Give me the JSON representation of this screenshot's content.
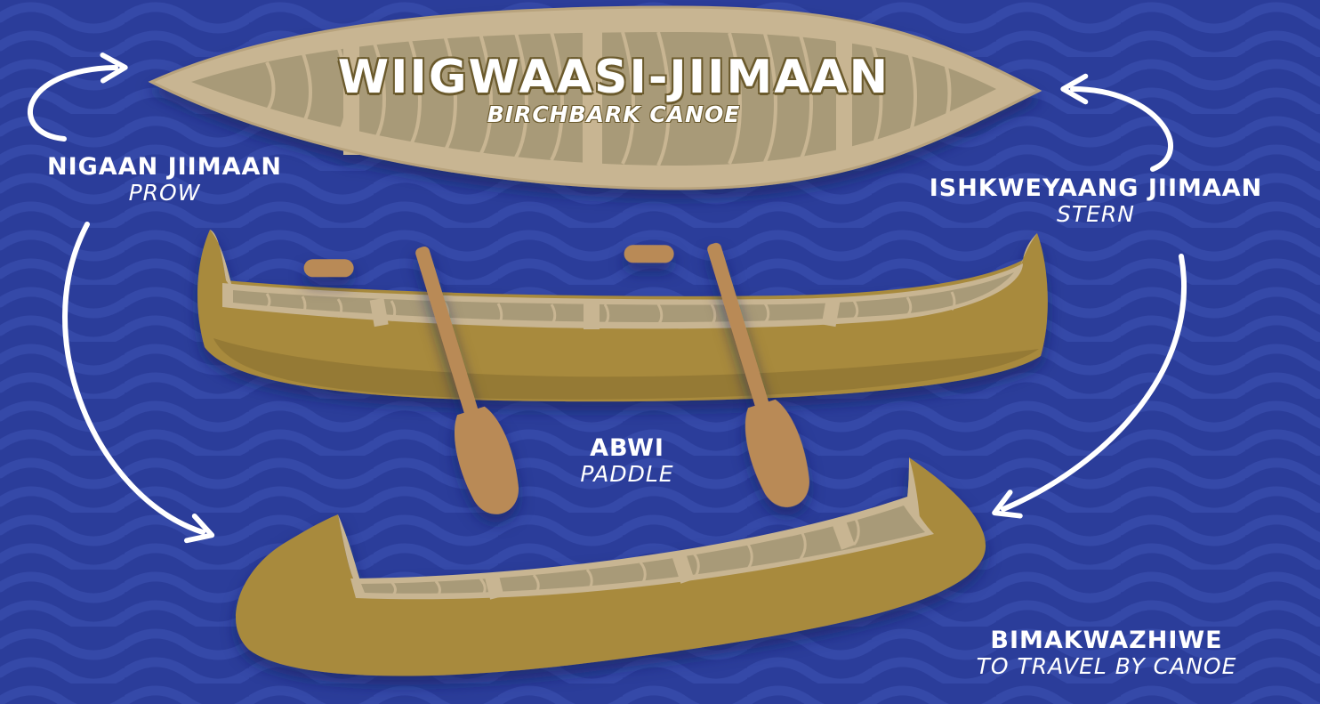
{
  "colors": {
    "water": "#2b3d9a",
    "wave": "#3549a8",
    "bark_light": "#c8b592",
    "bark_inner": "#a89a78",
    "hull": "#a88a3e",
    "hull_dark": "#7e6529",
    "paddle": "#b98a57",
    "arrow": "#ffffff"
  },
  "title": {
    "word": "WIIGWAASI-JIIMAAN",
    "translation": "BIRCHBARK CANOE"
  },
  "labels": {
    "prow": {
      "word": "NIGAAN JIIMAAN",
      "translation": "PROW"
    },
    "stern": {
      "word": "ISHKWEYAANG JIIMAAN",
      "translation": "STERN"
    },
    "paddle": {
      "word": "ABWI",
      "translation": "PADDLE"
    },
    "travel": {
      "word": "BIMAKWAZHIWE",
      "translation": "TO TRAVEL BY CANOE"
    }
  },
  "icons": [
    "canoe-top-view",
    "canoe-side-view",
    "canoe-angled-view",
    "paddle-icon",
    "curved-arrow-icon"
  ]
}
